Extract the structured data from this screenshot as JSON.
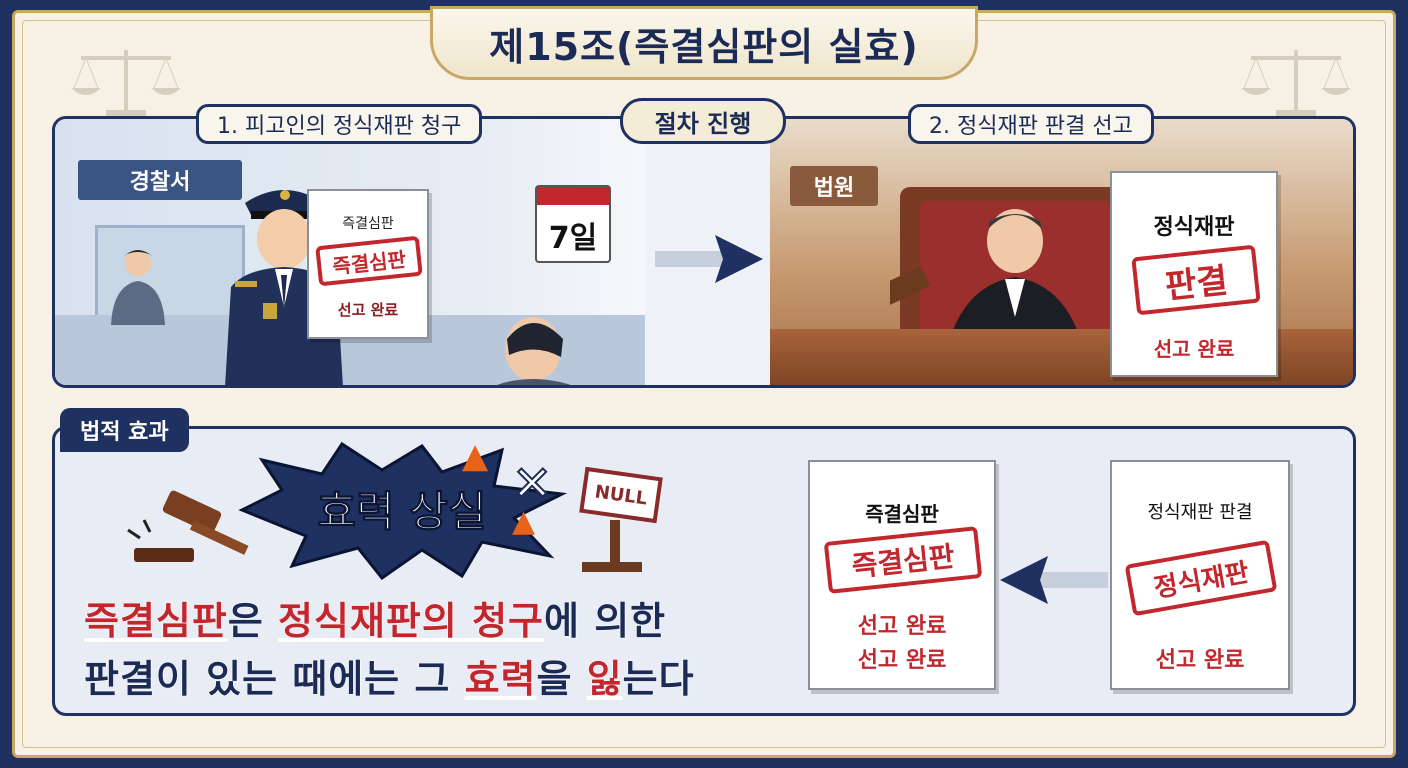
{
  "title": "제15조(즉결심판의 실효)",
  "procedure": {
    "badge": "절차 진행",
    "step1": {
      "label": "1. 피고인의 정식재판 청구",
      "place": "경찰서",
      "document": {
        "header": "즉결심판",
        "stamp": "즉결심판",
        "footer": "선고 완료"
      },
      "calendar": "7일"
    },
    "step2": {
      "label": "2. 정식재판 판결 선고",
      "place": "법원",
      "document": {
        "header": "정식재판",
        "stamp": "판결",
        "footer": "선고 완료"
      }
    }
  },
  "effect": {
    "tag": "법적 효과",
    "burst_text": "효력 상실",
    "sign_text": "NULL",
    "rule": {
      "line1": {
        "p1": "즉결심판",
        "p2": "은 ",
        "p3": "정식재판의 청구",
        "p4": "에 의한"
      },
      "line2": {
        "p1": "판결이 있는 때에는 그 ",
        "p2": "효력",
        "p3": "을 ",
        "p4": "잃",
        "p5": "는다"
      }
    },
    "left_doc": {
      "header": "즉결심판",
      "stamp": "즉결심판",
      "footer1": "선고 완료",
      "footer2": "선고 완료"
    },
    "right_doc": {
      "header": "정식재판 판결",
      "stamp": "정식재판",
      "footer": "선고 완료"
    }
  },
  "colors": {
    "navy": "#1e3160",
    "gold": "#c9a765",
    "red": "#c2272d",
    "paper": "#f6f1e4"
  }
}
